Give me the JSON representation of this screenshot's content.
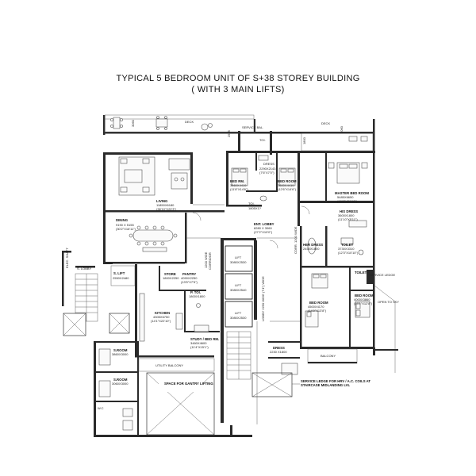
{
  "title": {
    "line1": "TYPICAL 5 BEDROOM UNIT OF S+38  STOREY BUILDING",
    "line2": "( WITH 3 MAIN LIFTS)"
  },
  "rooms": {
    "deck_left": "DECK",
    "deck_right": "DECK",
    "service_bal": "SERVICE BAL.",
    "toilet_top": "TOI.",
    "dress_top": "DRESS",
    "dress_top_dim": "2290X2143",
    "dress_top_imp": "(7'6\"X7'0\")",
    "bed_rm_top": "BED RM.",
    "bed_rm_top_dim": "3560X4419",
    "bed_rm_top_imp": "(11'8\"X14'6\")",
    "bed_room_top2": "BED ROOM",
    "bed_room_top2_dim": "3800X4419",
    "bed_room_top2_imp": "(12'6\"X14'6\")",
    "toi_small": "TOI.",
    "toi_small_dim": "1805X1?",
    "living": "LIVING",
    "living_dim": "11850X6180",
    "living_imp": "(38'10\"X20'3\")",
    "master_bed": "MASTER BED ROOM",
    "master_bed_dim": "5485X6650",
    "master_bed_imp": "(18'0\"X21'10\")",
    "his_dress": "HIS DRESS",
    "his_dress_dim": "3600X1800",
    "his_dress_imp": "(11'10\"X5'11\")",
    "dining": "DINING",
    "dining_dim": "9190 X 5155",
    "dining_imp": "(30'2\"X16'11\")",
    "ent_lobby": "ENT. LOBBY",
    "ent_lobby_dim": "8280 X 3060",
    "ent_lobby_imp": "(27'2\"X10'0\")",
    "her_dress": "HER DRESS",
    "her_dress_dim": "2450X1800",
    "toilet_master": "TOILET",
    "toilet_master_dim": "3730X3310",
    "toilet_master_imp": "(12'3\"X10'10\")",
    "corridor": "CORRIDOR",
    "corridor_wide": "1200 WIDE",
    "corr_right": "CORR. 1200 WIDE",
    "lift1": "LIFT",
    "lift1_dim": "3080X2530",
    "lift2": "LIFT",
    "lift2_dim": "3080X2540",
    "lift3": "LIFT",
    "lift3_dim": "3080X2530",
    "lobby_vertical": "LOBBY 2250 WIDE (7'4\") WIDE",
    "store": "STORE",
    "store_dim": "1800X2250",
    "pantry": "PANTRY",
    "pantry_dim": "4090X2250",
    "pantry_imp": "(13'5\"X7'5\")",
    "s_lift": "S. LIFT",
    "s_lift_dim": "2550X2480",
    "kitchen": "KITCHEN",
    "kitchen_dim": "4305X6750",
    "kitchen_imp": "(14'1\"X22'10\")",
    "p_toi": "P. TOI.",
    "p_toi_dim": "1800X1800",
    "study": "STUDY / BED RM.",
    "study_dim": "3460X4600",
    "study_imp": "(11'4\"X15'1\")",
    "toilet_right": "TOILET",
    "bed_room_right": "BED ROOM",
    "bed_room_right_dim": "4000X3860",
    "bed_room_right_imp": "(13'1\"X12'8\")",
    "bed_room_low": "BED ROOM",
    "bed_room_low_dim": "4500X4170",
    "bed_room_low_imp": "(14'9\"X13'8\")",
    "dress_low": "DRESS",
    "dress_low_dim": "2230 X1800",
    "service_ledge": "SERVICE LEDGE",
    "open_to_sky": "OPEN TO SKY",
    "balcony": "BALCONY",
    "utility_balcony": "UTILITY BALCONY",
    "s_room1": "S.ROOM",
    "s_room1_dim": "3860X3000",
    "s_room2": "S.ROOM",
    "s_room2_dim": "3060X3000",
    "wc": "W.C",
    "space_gantry": "SPACE FOR GANTRY LIFTING",
    "elec_shaft": "ELEC. SHAFT",
    "service_ledge_note": "SERVICE LEDGE FOR HRV / A.C. COILS  AT STAIRCASE MIDLANDING LVL",
    "s_lobby": "S. LOBBY",
    "dim_3060": "3060",
    "dim_2555": "2555",
    "dim_1800": "1800",
    "dim_3060b": "3060"
  }
}
